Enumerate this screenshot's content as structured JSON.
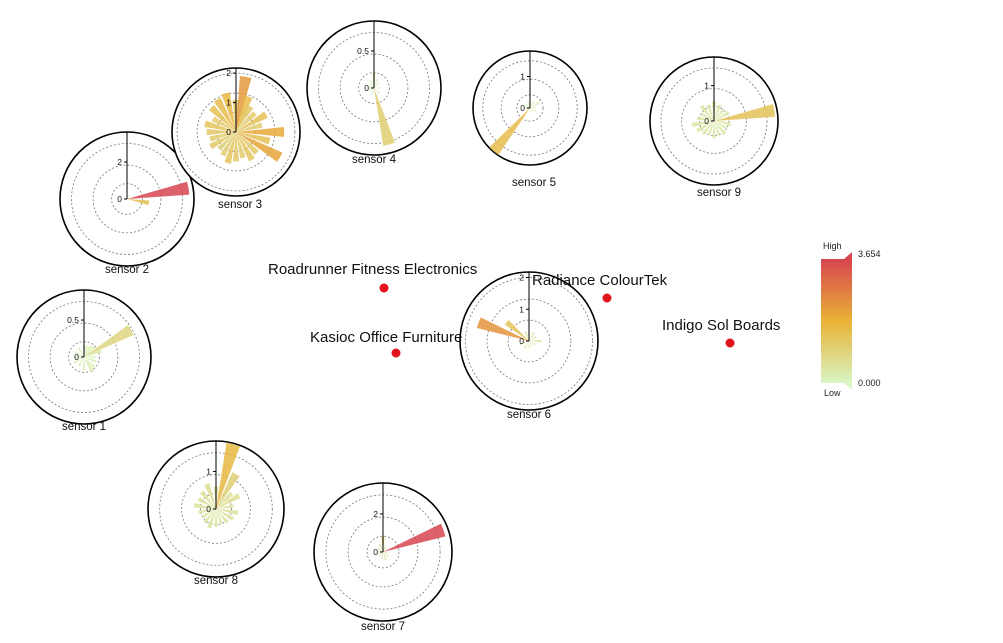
{
  "chart_data": {
    "type": "polar-bar-map",
    "companies": [
      {
        "name": "Roadrunner Fitness Electronics"
      },
      {
        "name": "Radiance ColourTek"
      },
      {
        "name": "Kasioc Office Furniture"
      },
      {
        "name": "Indigo Sol Boards"
      }
    ],
    "color_scale": {
      "high_label": "High",
      "low_label": "Low",
      "max": "3.654",
      "min": "0.000",
      "colors": [
        "#d64550",
        "#e8b236",
        "#d8f5c4"
      ]
    },
    "sensors": [
      {
        "name": "sensor 1",
        "max": 0.85,
        "ticks": [
          "0",
          "0.5"
        ],
        "bars": [
          [
            0,
            0.15
          ],
          [
            15,
            0.16
          ],
          [
            30,
            0.18
          ],
          [
            45,
            0.2
          ],
          [
            60,
            0.75
          ],
          [
            70,
            0.25
          ],
          [
            90,
            0.16
          ],
          [
            110,
            0.18
          ],
          [
            135,
            0.2
          ],
          [
            150,
            0.24
          ],
          [
            180,
            0.18
          ],
          [
            210,
            0.14
          ],
          [
            240,
            0.16
          ],
          [
            270,
            0.15
          ],
          [
            300,
            0.14
          ],
          [
            330,
            0.15
          ]
        ]
      },
      {
        "name": "sensor 2",
        "max": 3.6,
        "ticks": [
          "0",
          "2"
        ],
        "bars": [
          [
            0,
            0.1
          ],
          [
            30,
            0.1
          ],
          [
            60,
            0.12
          ],
          [
            80,
            3.65
          ],
          [
            100,
            1.3
          ],
          [
            120,
            0.15
          ],
          [
            150,
            0.1
          ],
          [
            180,
            0.1
          ],
          [
            210,
            0.1
          ],
          [
            240,
            0.1
          ],
          [
            270,
            0.1
          ],
          [
            300,
            0.1
          ],
          [
            330,
            0.1
          ]
        ]
      },
      {
        "name": "sensor 3",
        "max": 2.2,
        "ticks": [
          "0",
          "1",
          "2"
        ],
        "bars": [
          [
            0,
            1.2
          ],
          [
            10,
            2.1
          ],
          [
            20,
            1.4
          ],
          [
            30,
            1.1
          ],
          [
            45,
            1.0
          ],
          [
            60,
            1.3
          ],
          [
            75,
            1.0
          ],
          [
            90,
            1.8
          ],
          [
            105,
            1.3
          ],
          [
            120,
            1.9
          ],
          [
            135,
            1.1
          ],
          [
            150,
            1.2
          ],
          [
            165,
            1.0
          ],
          [
            180,
            1.1
          ],
          [
            195,
            1.2
          ],
          [
            210,
            1.0
          ],
          [
            225,
            0.9
          ],
          [
            240,
            1.1
          ],
          [
            255,
            1.0
          ],
          [
            270,
            1.1
          ],
          [
            285,
            1.2
          ],
          [
            300,
            1.0
          ],
          [
            315,
            1.3
          ],
          [
            330,
            1.4
          ],
          [
            345,
            1.5
          ]
        ]
      },
      {
        "name": "sensor 4",
        "max": 1.0,
        "ticks": [
          "0",
          "0.5"
        ],
        "bars": [
          [
            0,
            0.25
          ],
          [
            20,
            0.15
          ],
          [
            45,
            0.12
          ],
          [
            90,
            0.1
          ],
          [
            135,
            0.12
          ],
          [
            165,
            0.95
          ],
          [
            200,
            0.1
          ],
          [
            240,
            0.1
          ],
          [
            270,
            0.12
          ],
          [
            300,
            0.1
          ],
          [
            330,
            0.14
          ]
        ]
      },
      {
        "name": "sensor 5",
        "max": 1.3,
        "ticks": [
          "0",
          "1"
        ],
        "bars": [
          [
            0,
            0.15
          ],
          [
            30,
            0.2
          ],
          [
            60,
            0.25
          ],
          [
            90,
            0.15
          ],
          [
            120,
            0.18
          ],
          [
            150,
            0.1
          ],
          [
            180,
            0.12
          ],
          [
            220,
            1.4
          ],
          [
            250,
            0.1
          ],
          [
            280,
            0.12
          ],
          [
            310,
            0.15
          ],
          [
            340,
            0.18
          ]
        ]
      },
      {
        "name": "sensor 6",
        "max": 2.6,
        "ticks": [
          "0",
          "1",
          "2"
        ],
        "bars": [
          [
            0,
            0.3
          ],
          [
            30,
            0.4
          ],
          [
            60,
            0.35
          ],
          [
            90,
            0.5
          ],
          [
            120,
            0.3
          ],
          [
            150,
            0.25
          ],
          [
            180,
            0.3
          ],
          [
            210,
            0.35
          ],
          [
            250,
            0.4
          ],
          [
            290,
            2.2
          ],
          [
            310,
            1.2
          ],
          [
            340,
            0.4
          ]
        ]
      },
      {
        "name": "sensor 7",
        "max": 3.6,
        "ticks": [
          "0",
          "2"
        ],
        "bars": [
          [
            0,
            0.9
          ],
          [
            20,
            0.4
          ],
          [
            40,
            0.3
          ],
          [
            70,
            3.65
          ],
          [
            100,
            0.3
          ],
          [
            130,
            0.4
          ],
          [
            160,
            0.5
          ],
          [
            190,
            0.4
          ],
          [
            220,
            0.3
          ],
          [
            250,
            0.3
          ],
          [
            280,
            0.3
          ],
          [
            310,
            0.35
          ],
          [
            340,
            0.5
          ]
        ]
      },
      {
        "name": "sensor 8",
        "max": 1.4,
        "ticks": [
          "0",
          "1"
        ],
        "bars": [
          [
            0,
            0.5
          ],
          [
            15,
            1.5
          ],
          [
            30,
            0.9
          ],
          [
            45,
            0.5
          ],
          [
            60,
            0.6
          ],
          [
            80,
            0.4
          ],
          [
            100,
            0.5
          ],
          [
            120,
            0.45
          ],
          [
            140,
            0.4
          ],
          [
            160,
            0.35
          ],
          [
            180,
            0.4
          ],
          [
            200,
            0.45
          ],
          [
            220,
            0.4
          ],
          [
            240,
            0.35
          ],
          [
            260,
            0.4
          ],
          [
            280,
            0.5
          ],
          [
            300,
            0.45
          ],
          [
            320,
            0.5
          ],
          [
            340,
            0.6
          ]
        ]
      },
      {
        "name": "sensor 9",
        "max": 1.2,
        "ticks": [
          "0",
          "1"
        ],
        "bars": [
          [
            0,
            0.4
          ],
          [
            20,
            0.35
          ],
          [
            40,
            0.3
          ],
          [
            60,
            0.35
          ],
          [
            80,
            1.25
          ],
          [
            100,
            0.35
          ],
          [
            120,
            0.3
          ],
          [
            140,
            0.35
          ],
          [
            160,
            0.3
          ],
          [
            180,
            0.35
          ],
          [
            200,
            0.3
          ],
          [
            220,
            0.35
          ],
          [
            240,
            0.4
          ],
          [
            260,
            0.45
          ],
          [
            280,
            0.35
          ],
          [
            300,
            0.3
          ],
          [
            320,
            0.4
          ],
          [
            340,
            0.35
          ]
        ]
      }
    ]
  }
}
